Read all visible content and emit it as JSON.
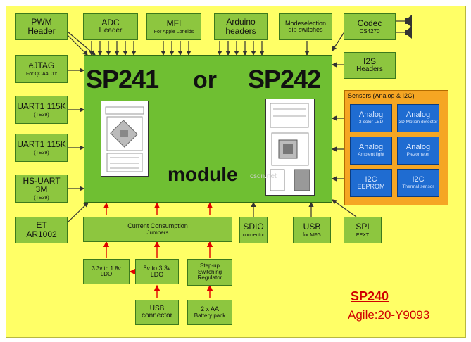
{
  "module": {
    "option_a": "SP241",
    "connector": "or",
    "option_b": "SP242",
    "label": "module",
    "watermark": "csdn.net"
  },
  "left": [
    {
      "id": "pwm",
      "title": "PWM",
      "sub": "Header"
    },
    {
      "id": "ejtag",
      "title": "eJTAG",
      "sub": "For QCA4C1x"
    },
    {
      "id": "uart1",
      "title": "UART1 115K",
      "sub": "(TE39)"
    },
    {
      "id": "uart2",
      "title": "UART1 115K",
      "sub": "(TE39)"
    },
    {
      "id": "hsuart",
      "title": "HS-UART 3M",
      "sub": "(TE39)"
    },
    {
      "id": "et",
      "title": "ET",
      "sub": "AR1002"
    }
  ],
  "top": [
    {
      "id": "adc",
      "title": "ADC",
      "sub": "Header"
    },
    {
      "id": "mfi",
      "title": "MFI",
      "sub": "For Apple Lonelds"
    },
    {
      "id": "arduino",
      "title": "Arduino",
      "sub": "headers"
    },
    {
      "id": "modesel",
      "title": "Modeselection",
      "sub": "dip switches"
    }
  ],
  "right": [
    {
      "id": "codec",
      "title": "Codec",
      "sub": "CS4270"
    },
    {
      "id": "i2s",
      "title": "I2S",
      "sub": "Headers"
    }
  ],
  "sensors": {
    "title": "Sensors (Analog & I2C)",
    "items": [
      {
        "id": "a1",
        "title": "Analog",
        "sub": "3-color LED"
      },
      {
        "id": "a2",
        "title": "Analog",
        "sub": "3D Motion detector"
      },
      {
        "id": "a3",
        "title": "Analog",
        "sub": "Ambient light"
      },
      {
        "id": "a4",
        "title": "Analog",
        "sub": "Piezometer"
      },
      {
        "id": "e1",
        "title": "I2C",
        "sub": "EEPROM"
      },
      {
        "id": "e2",
        "title": "I2C",
        "sub": "Thermal sensor"
      }
    ]
  },
  "bottom": [
    {
      "id": "current",
      "title": "Current Consumption",
      "sub": "Jumpers"
    },
    {
      "id": "sdio",
      "title": "SDIO",
      "sub": "connector"
    },
    {
      "id": "usbmfg",
      "title": "USB",
      "sub": "for MFG"
    },
    {
      "id": "spi",
      "title": "SPI",
      "sub": "EEXT"
    }
  ],
  "power": [
    {
      "id": "ldo1",
      "title": "3.3v to 1.8v",
      "sub": "LDO"
    },
    {
      "id": "ldo2",
      "title": "5v to 3.3v",
      "sub": "LDO"
    },
    {
      "id": "stepup",
      "title": "Step-up Switching",
      "sub": "Regulator"
    },
    {
      "id": "usbconn",
      "title": "USB",
      "sub": "connector"
    },
    {
      "id": "battery",
      "title": "2 x AA",
      "sub": "Battery pack"
    }
  ],
  "footer": {
    "name": "SP240",
    "agile": "Agile:20-Y9093"
  },
  "colors": {
    "background": "#ffff66",
    "box": "#8dc63f",
    "module": "#6fbf32",
    "sensor_panel": "#f5a623",
    "sensor_box": "#1f6cd1",
    "wire": "#333333",
    "power_arrow": "#e00000",
    "footer_text": "#d00000"
  }
}
